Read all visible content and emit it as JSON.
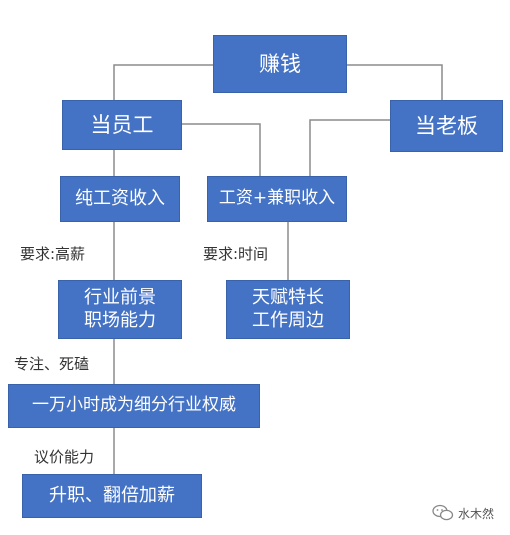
{
  "colors": {
    "box": "#4472c4",
    "line": "#8c8c8c",
    "text": "#ffffff"
  },
  "nodes": {
    "make_money": "赚钱",
    "employee": "当员工",
    "boss": "当老板",
    "pure_salary": "纯工资收入",
    "salary_parttime": "工资+兼职收入",
    "industry_lines": [
      "行业前景",
      "职场能力"
    ],
    "talent_lines": [
      "天赋特长",
      "工作周边"
    ],
    "ten_thousand_hours": "一万小时成为细分行业权威",
    "promotion": "升职、翻倍加薪"
  },
  "labels": {
    "req_high_salary": "要求:高薪",
    "req_time": "要求:时间",
    "focus": "专注、死磕",
    "bargaining": "议价能力"
  },
  "watermark": {
    "icon": "wechat-icon",
    "text": "水木然"
  }
}
